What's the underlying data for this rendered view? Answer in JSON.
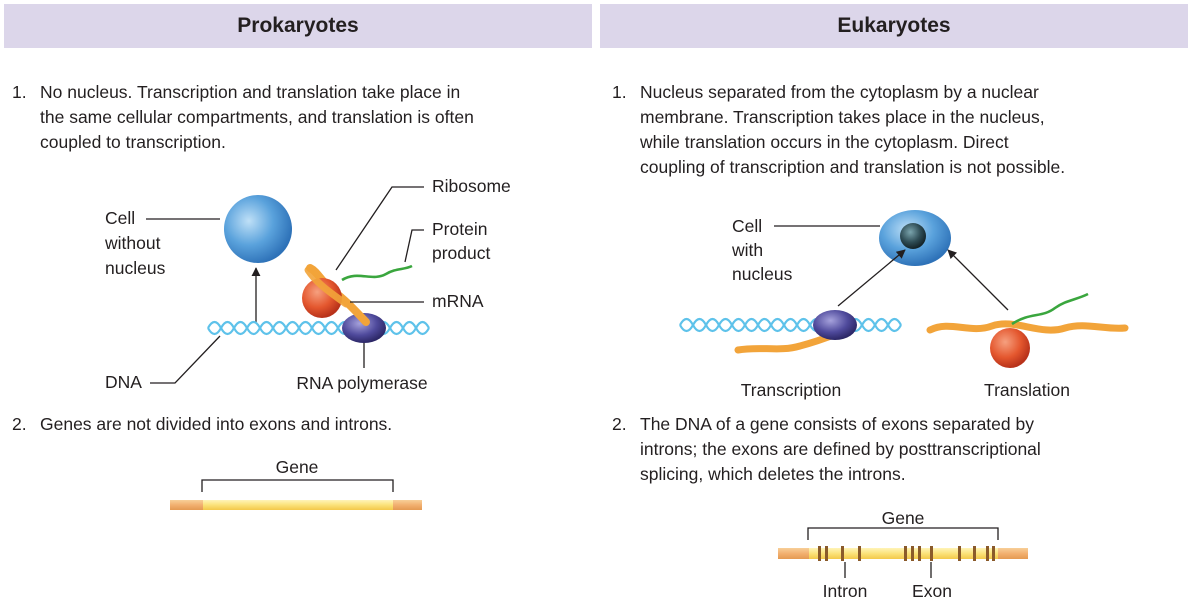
{
  "headers": {
    "prokaryotes": "Prokaryotes",
    "eukaryotes": "Eukaryotes"
  },
  "prokaryotes": {
    "point1": {
      "number": "1.",
      "lines": [
        "No nucleus. Transcription and translation take place in",
        "the same cellular compartments, and translation is often",
        "coupled to transcription."
      ]
    },
    "labels": {
      "cell_without_nucleus": [
        "Cell",
        "without",
        "nucleus"
      ],
      "ribosome": "Ribosome",
      "protein_product": [
        "Protein",
        "product"
      ],
      "mrna": "mRNA",
      "dna": "DNA",
      "rna_polymerase": "RNA polymerase"
    },
    "point2": {
      "number": "2.",
      "lines": [
        "Genes are not divided into exons and introns."
      ]
    },
    "gene_label": "Gene"
  },
  "eukaryotes": {
    "point1": {
      "number": "1.",
      "lines": [
        "Nucleus separated from the cytoplasm by a nuclear",
        "membrane. Transcription takes place in the nucleus,",
        "while translation occurs in the cytoplasm. Direct",
        "coupling of transcription and translation is not possible."
      ]
    },
    "labels": {
      "cell_with_nucleus": [
        "Cell",
        "with",
        "nucleus"
      ],
      "transcription": "Transcription",
      "translation": "Translation"
    },
    "point2": {
      "number": "2.",
      "lines": [
        "The DNA of a gene consists of exons separated by",
        "introns; the exons are defined by posttranscriptional",
        "splicing, which deletes the introns."
      ]
    },
    "gene_label": "Gene",
    "intron_label": "Intron",
    "exon_label": "Exon"
  },
  "colors": {
    "header_bg": "#dcd6ea",
    "cell_blue": "#5aa2dc",
    "nucleus": "#2f4d56",
    "ribosome_red": "#e4572e",
    "mrna_orange": "#f2a43a",
    "protein_green": "#3aa63e",
    "dna_blue": "#5ec2ea",
    "polymerase_purple": "#4f4a9c",
    "gene_yellow": "#fbe27a",
    "gene_orange": "#f2b070",
    "intron_brown": "#8a5a2a"
  }
}
